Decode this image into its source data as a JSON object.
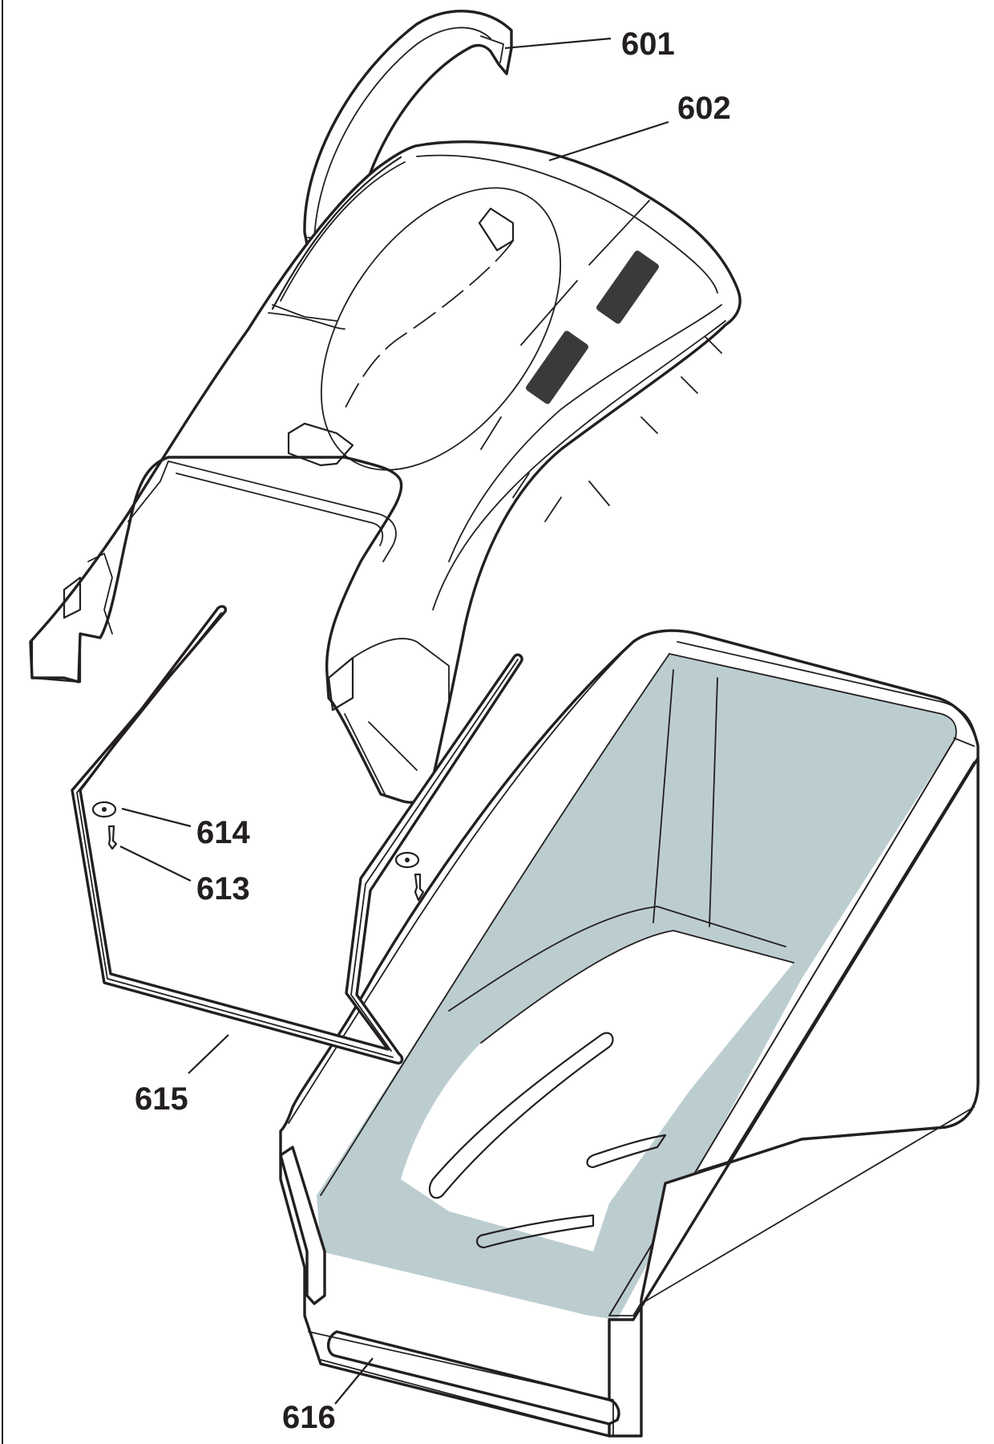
{
  "diagram": {
    "callouts": [
      {
        "id": "601",
        "label": "601"
      },
      {
        "id": "602",
        "label": "602"
      },
      {
        "id": "614",
        "label": "614"
      },
      {
        "id": "613",
        "label": "613"
      },
      {
        "id": "615",
        "label": "615"
      },
      {
        "id": "616",
        "label": "616"
      }
    ],
    "colors": {
      "line": "#231f20",
      "background": "#ffffff",
      "bag_fabric": "#bccdd0"
    }
  }
}
